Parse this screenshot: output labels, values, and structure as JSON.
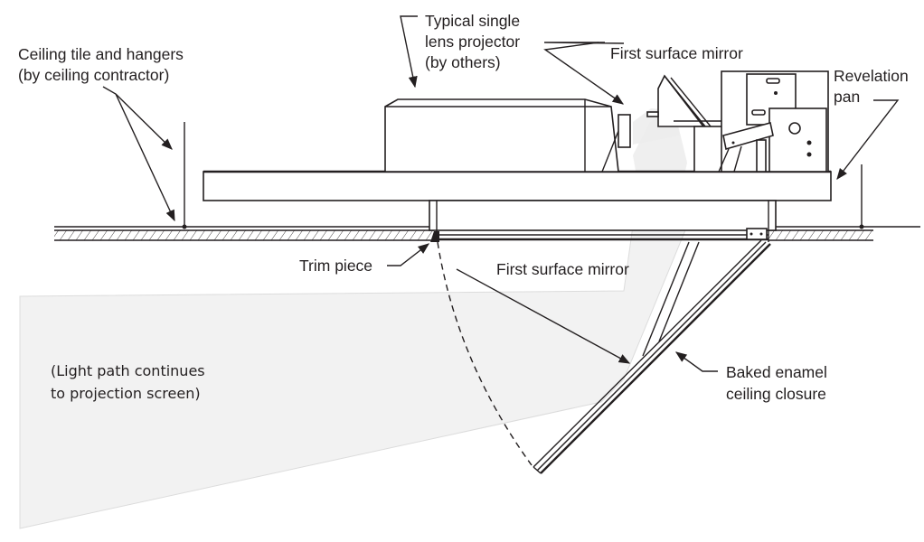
{
  "diagram": {
    "title": "Ceiling-mounted projector mirror system (side section)",
    "labels": {
      "ceiling_tile": [
        "Ceiling tile and hangers",
        "(by ceiling contractor)"
      ],
      "projector": [
        "Typical single",
        "lens projector",
        "(by others)"
      ],
      "upper_mirror": "First surface mirror",
      "revelation_pan": [
        "Revelation",
        "pan"
      ],
      "trim_piece": "Trim piece",
      "lower_mirror": "First surface mirror",
      "closure": [
        "Baked enamel",
        "ceiling closure"
      ],
      "light_path_note": [
        "(Light path continues",
        "to projection screen)"
      ]
    },
    "colors": {
      "line": "#231f20",
      "light_path": "#f2f2f2",
      "background": "#ffffff"
    }
  }
}
